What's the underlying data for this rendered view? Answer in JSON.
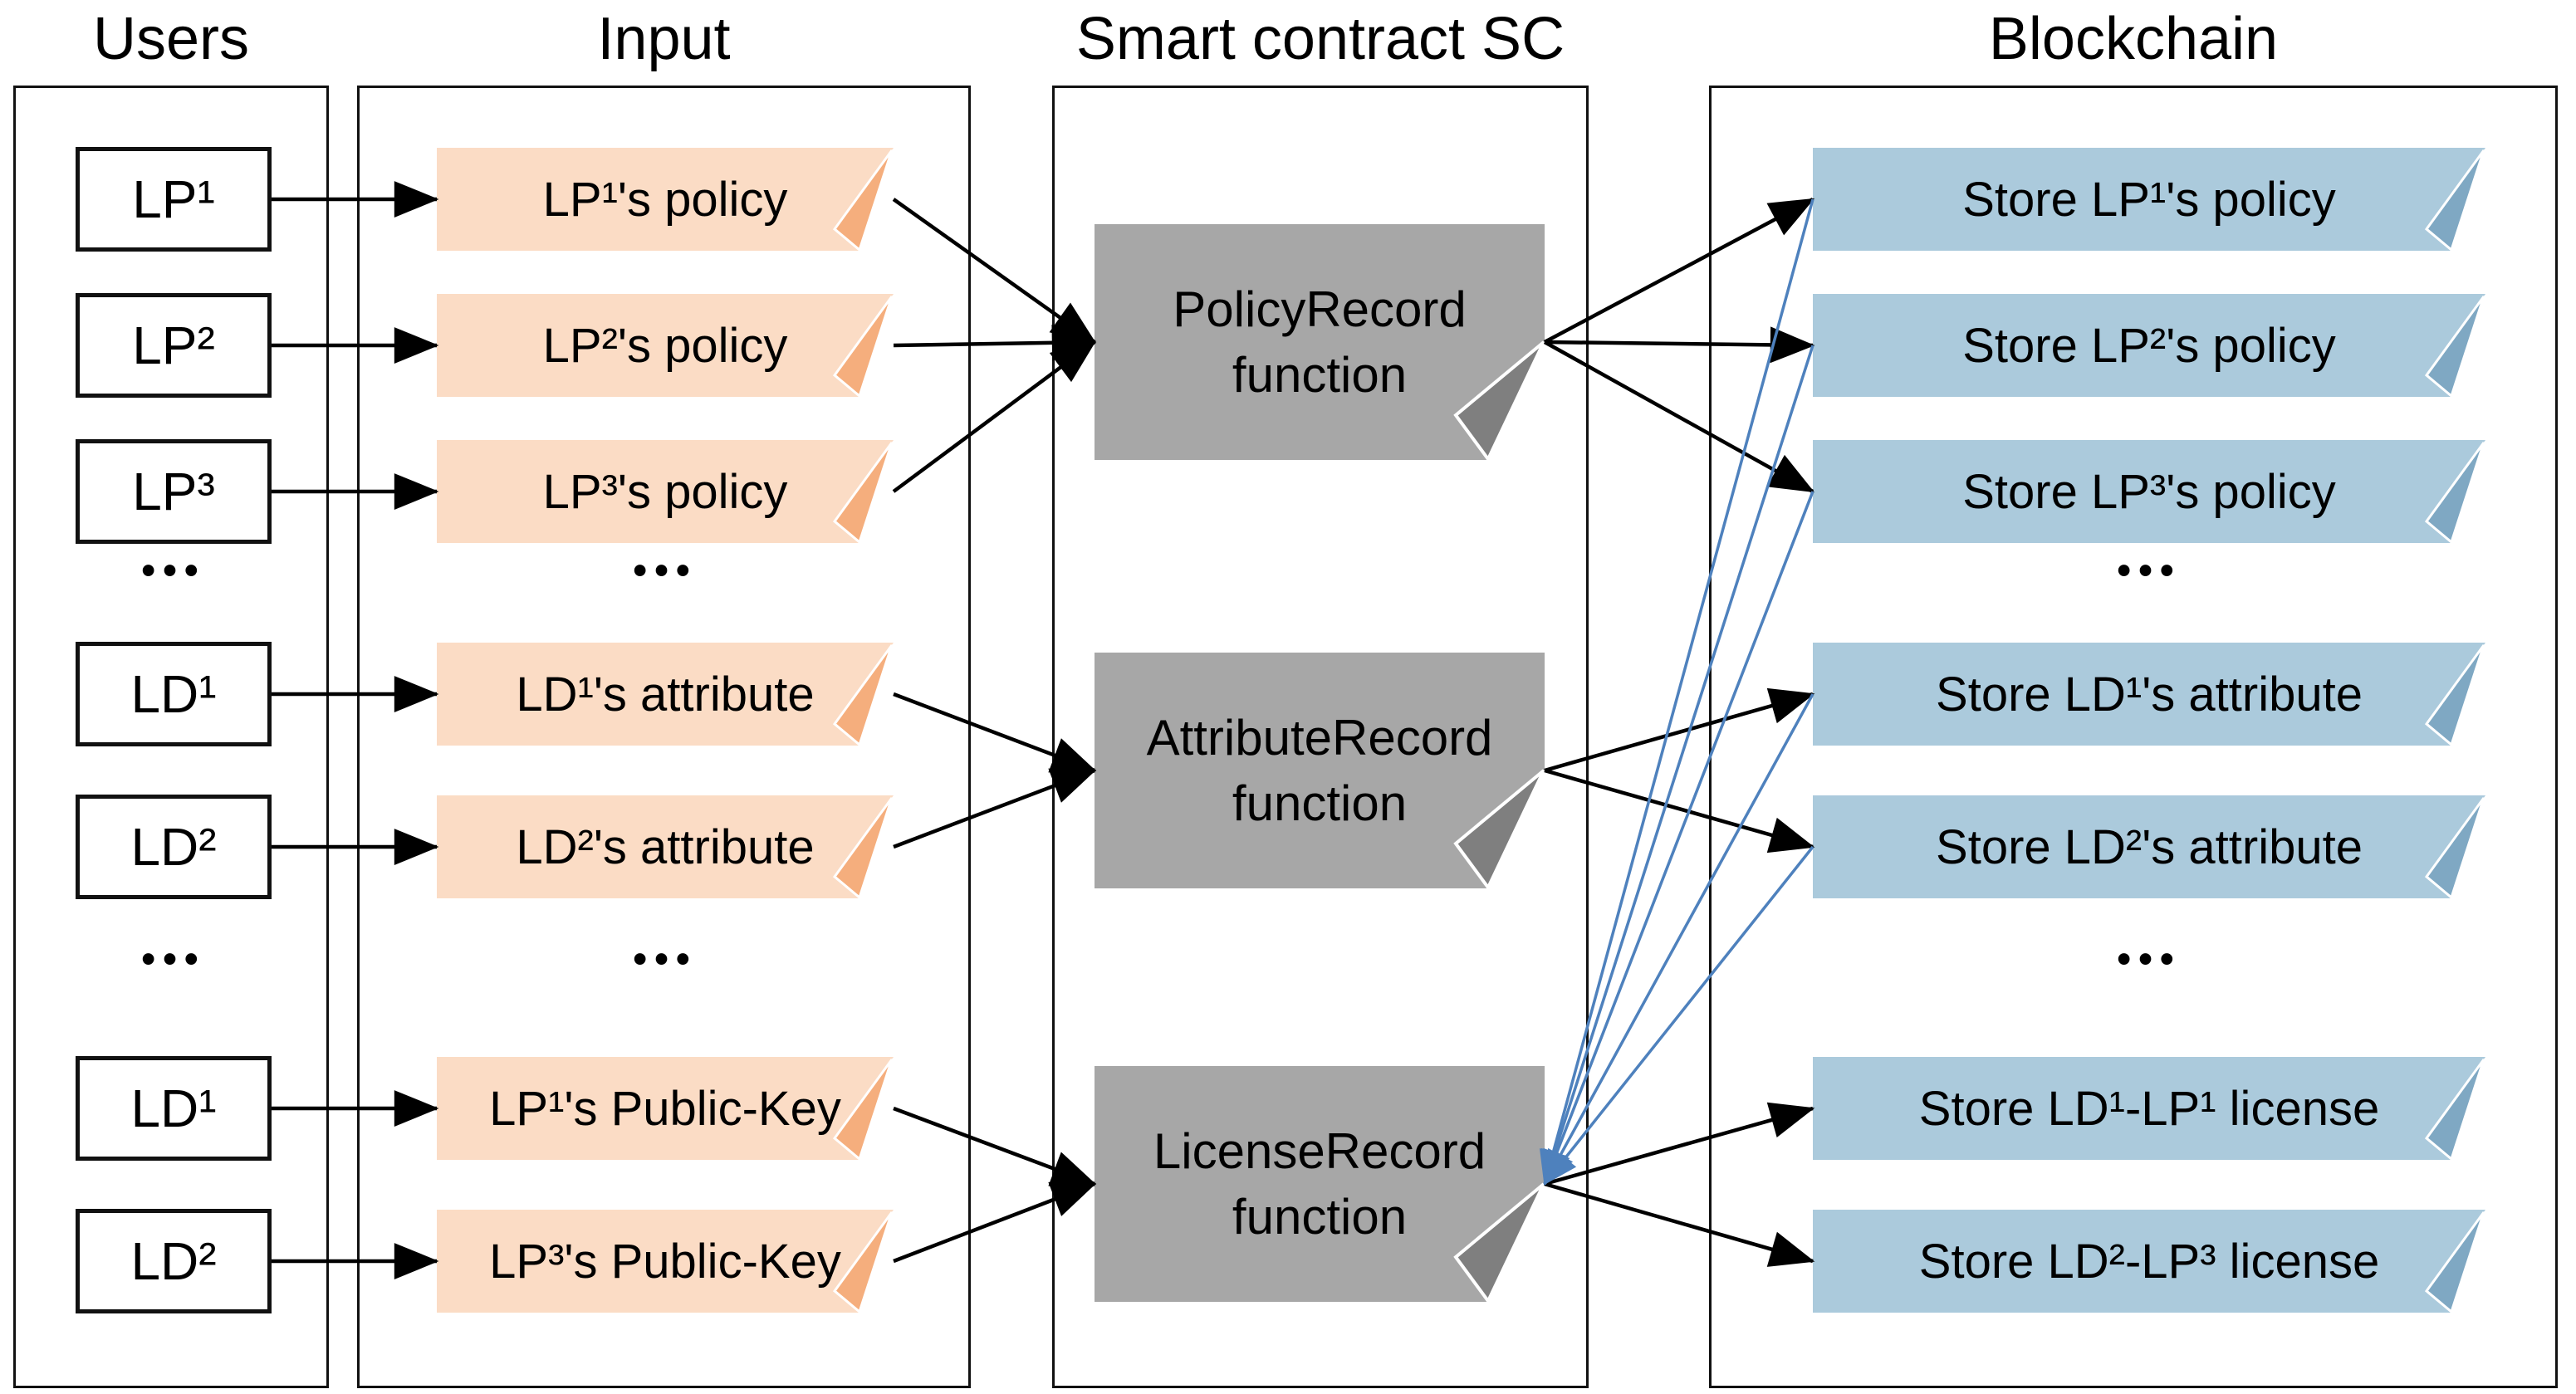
{
  "titles": {
    "users": "Users",
    "input": "Input",
    "smart_contract": "Smart contract SC",
    "blockchain": "Blockchain"
  },
  "ellipsis": "•••",
  "users": {
    "items": [
      {
        "label": "LP¹"
      },
      {
        "label": "LP²"
      },
      {
        "label": "LP³"
      },
      {
        "label": "LD¹"
      },
      {
        "label": "LD²"
      },
      {
        "label": "LD¹"
      },
      {
        "label": "LD²"
      }
    ]
  },
  "input_notes": [
    {
      "label": "LP¹'s policy"
    },
    {
      "label": "LP²'s policy"
    },
    {
      "label": "LP³'s policy"
    },
    {
      "label": "LD¹'s attribute"
    },
    {
      "label": "LD²'s attribute"
    },
    {
      "label": "LP¹'s Public-Key"
    },
    {
      "label": "LP³'s Public-Key"
    }
  ],
  "functions": [
    {
      "label": "PolicyRecord function"
    },
    {
      "label": "AttributeRecord function"
    },
    {
      "label": "LicenseRecord function"
    }
  ],
  "stores": [
    {
      "label": "Store LP¹'s policy"
    },
    {
      "label": "Store LP²'s policy"
    },
    {
      "label": "Store LP³'s policy"
    },
    {
      "label": "Store LD¹'s attribute"
    },
    {
      "label": "Store LD²'s attribute"
    },
    {
      "label": "Store LD¹-LP¹ license"
    },
    {
      "label": "Store LD²-LP³ license"
    }
  ],
  "colors": {
    "orange_fill": "#FBDCC5",
    "orange_fold": "#F5AE7D",
    "blue_fill": "#ABCADC",
    "blue_fold": "#7FA8C3",
    "gray_fill": "#A7A7A7",
    "gray_fold": "#7F7F7F",
    "edge_black": "#000000",
    "edge_blue": "#4E81BD",
    "border": "#111111"
  },
  "connections": [
    {
      "from": "user-box-lp1",
      "to": "input-note-lp1-policy",
      "color": "black"
    },
    {
      "from": "user-box-lp2",
      "to": "input-note-lp2-policy",
      "color": "black"
    },
    {
      "from": "user-box-lp3",
      "to": "input-note-lp3-policy",
      "color": "black"
    },
    {
      "from": "user-box-ld1",
      "to": "input-note-ld1-attribute",
      "color": "black"
    },
    {
      "from": "user-box-ld2",
      "to": "input-note-ld2-attribute",
      "color": "black"
    },
    {
      "from": "user-box-ld1b",
      "to": "input-note-lp1-publickey",
      "color": "black"
    },
    {
      "from": "user-box-ld2b",
      "to": "input-note-lp3-publickey",
      "color": "black"
    },
    {
      "from": "input-note-lp1-policy",
      "to": "fn-policy-record",
      "color": "black"
    },
    {
      "from": "input-note-lp2-policy",
      "to": "fn-policy-record",
      "color": "black"
    },
    {
      "from": "input-note-lp3-policy",
      "to": "fn-policy-record",
      "color": "black"
    },
    {
      "from": "input-note-ld1-attribute",
      "to": "fn-attribute-record",
      "color": "black"
    },
    {
      "from": "input-note-ld2-attribute",
      "to": "fn-attribute-record",
      "color": "black"
    },
    {
      "from": "input-note-lp1-publickey",
      "to": "fn-license-record",
      "color": "black"
    },
    {
      "from": "input-note-lp3-publickey",
      "to": "fn-license-record",
      "color": "black"
    },
    {
      "from": "fn-policy-record",
      "to": "store-note-lp1-policy",
      "color": "black"
    },
    {
      "from": "fn-policy-record",
      "to": "store-note-lp2-policy",
      "color": "black"
    },
    {
      "from": "fn-policy-record",
      "to": "store-note-lp3-policy",
      "color": "black"
    },
    {
      "from": "fn-attribute-record",
      "to": "store-note-ld1-attribute",
      "color": "black"
    },
    {
      "from": "fn-attribute-record",
      "to": "store-note-ld2-attribute",
      "color": "black"
    },
    {
      "from": "fn-license-record",
      "to": "store-note-ld1-lp1-license",
      "color": "black"
    },
    {
      "from": "fn-license-record",
      "to": "store-note-ld2-lp3-license",
      "color": "black"
    },
    {
      "from": "store-note-lp1-policy",
      "fa": "lc",
      "to": "fn-license-record",
      "ta": "rc",
      "color": "blue"
    },
    {
      "from": "store-note-lp2-policy",
      "fa": "lc",
      "to": "fn-license-record",
      "ta": "rc",
      "color": "blue"
    },
    {
      "from": "store-note-lp3-policy",
      "fa": "lc",
      "to": "fn-license-record",
      "ta": "rc",
      "color": "blue"
    },
    {
      "from": "store-note-ld1-attribute",
      "fa": "lc",
      "to": "fn-license-record",
      "ta": "rc",
      "color": "blue"
    },
    {
      "from": "store-note-ld2-attribute",
      "fa": "lc",
      "to": "fn-license-record",
      "ta": "rc",
      "color": "blue"
    }
  ]
}
